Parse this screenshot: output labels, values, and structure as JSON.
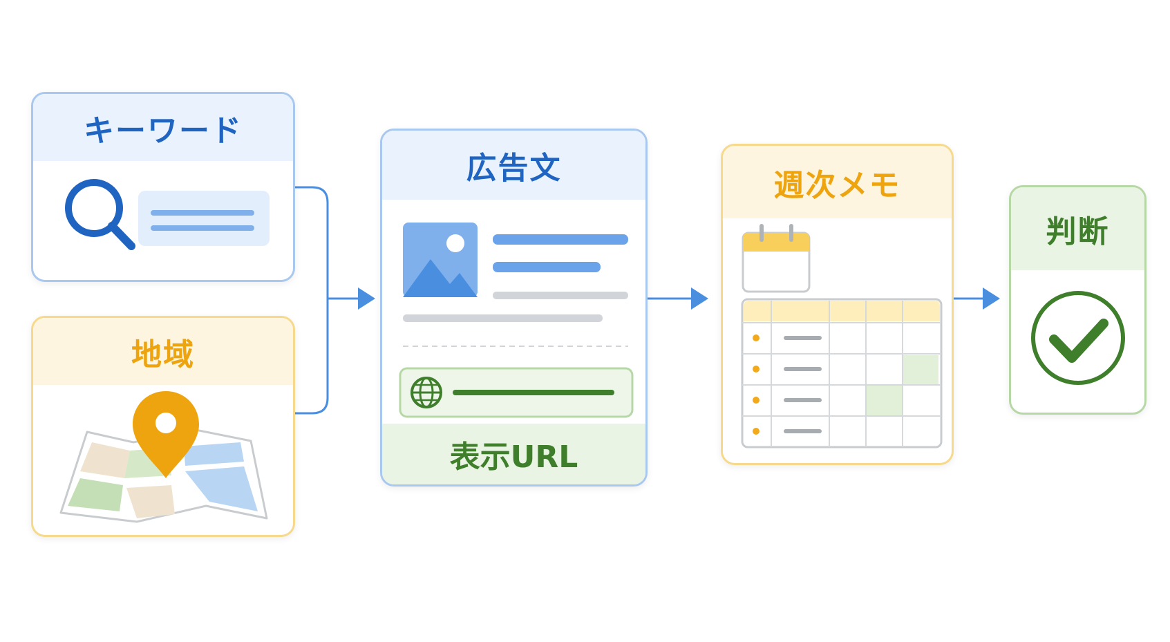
{
  "cards": {
    "keyword": {
      "title": "キーワード"
    },
    "region": {
      "title": "地域"
    },
    "ad_text": {
      "title": "広告文",
      "footer": "表示URL"
    },
    "weekly_memo": {
      "title": "週次メモ"
    },
    "decision": {
      "title": "判断"
    }
  },
  "icons": {
    "keyword": [
      "search-icon",
      "text-field-icon"
    ],
    "region": [
      "map-pin-icon",
      "map-icon"
    ],
    "ad_text": [
      "image-icon",
      "globe-icon"
    ],
    "weekly_memo": [
      "calendar-icon",
      "table-icon"
    ],
    "decision": [
      "check-circle-icon"
    ]
  },
  "colors": {
    "blue_border": "#a9c8f0",
    "blue_accent": "#1f64c0",
    "blue_light": "#eaf3fd",
    "yellow_border": "#f6d98a",
    "yellow_accent": "#eda40f",
    "yellow_light": "#fdf5e0",
    "green_border": "#b5d8a6",
    "green_accent": "#3f7f2c",
    "green_light": "#eaf4e4",
    "arrow": "#4a8ee0"
  }
}
